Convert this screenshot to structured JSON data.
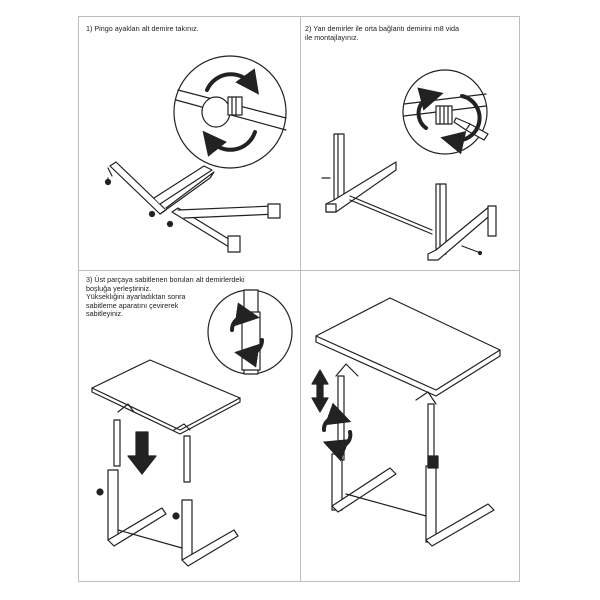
{
  "steps": [
    {
      "text": "1) Pingo ayakları alt demire takınız."
    },
    {
      "text": "2) Yan demirler ile orta bağlantı demirini m8 vida\nile montajlayınız."
    },
    {
      "text": "3) Üst parçaya sabitlenen boruları alt demirlerdeki\nboşluğa yerleştiriniz.\nYükseklığini ayarladıktan sonra\nsabitleme aparatını çevirerek\nsabitleyiniz."
    }
  ],
  "icons": {
    "rotate": "rotate-arrows-icon",
    "down": "down-arrow-icon",
    "updown": "up-down-arrow-icon",
    "screwdriver": "screwdriver-icon"
  },
  "colors": {
    "line": "#222222",
    "panel_border": "#bdbdbd",
    "table_top": "#ffffff"
  }
}
